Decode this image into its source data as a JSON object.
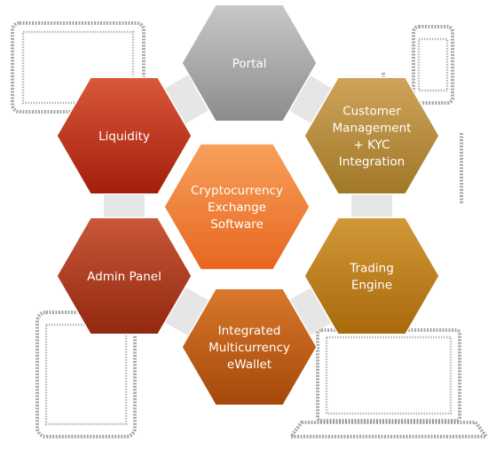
{
  "diagram": {
    "center": {
      "lines": [
        "Cryptocurrency",
        "Exchange",
        "Software"
      ],
      "color_light": "#f6a15c",
      "color_dark": "#e8661f"
    },
    "nodes": [
      {
        "id": "portal",
        "lines": [
          "Portal"
        ],
        "color_light": "#c8c8c8",
        "color_dark": "#8c8c8c"
      },
      {
        "id": "liquidity",
        "lines": [
          "Liquidity"
        ],
        "color_light": "#d9593a",
        "color_dark": "#a31d0b"
      },
      {
        "id": "customer",
        "lines": [
          "Customer",
          "Management",
          "+ KYC",
          "Integration"
        ],
        "color_light": "#cfa45a",
        "color_dark": "#a07828"
      },
      {
        "id": "admin",
        "lines": [
          "Admin Panel"
        ],
        "color_light": "#c9573a",
        "color_dark": "#92280e"
      },
      {
        "id": "trading",
        "lines": [
          "Trading",
          "Engine"
        ],
        "color_light": "#d29838",
        "color_dark": "#a8690b"
      },
      {
        "id": "wallet",
        "lines": [
          "Integrated",
          "Multicurrency",
          "eWallet"
        ],
        "color_light": "#d9782c",
        "color_dark": "#a4480a"
      }
    ],
    "connector_color": "#e6e6e6",
    "device_sketch_color": "#8a8a8a"
  }
}
